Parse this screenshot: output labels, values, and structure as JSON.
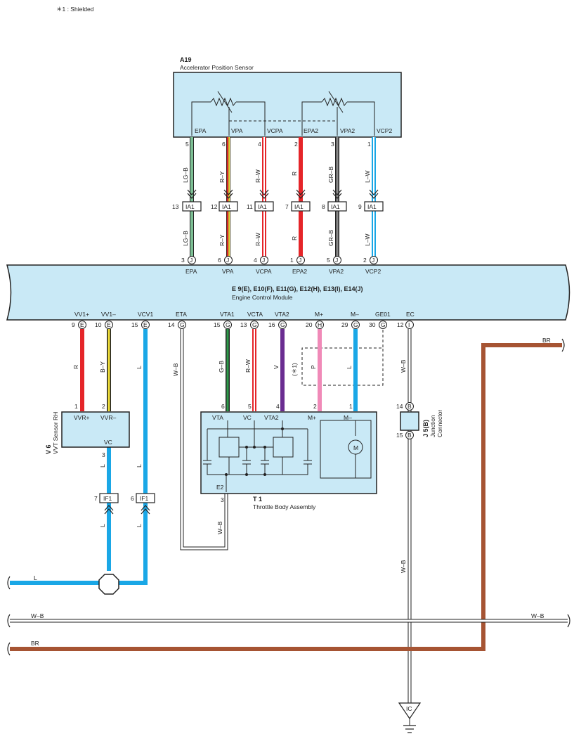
{
  "note": "＊1 : Shielded",
  "a19": {
    "code": "A19",
    "name": "Accelerator Position Sensor",
    "pins": [
      {
        "label": "EPA",
        "num": "5",
        "wire": "LG–B",
        "jnum": "13",
        "conn": "IA1",
        "ecm_num": "3",
        "ecm_conn": "J",
        "ecm_label": "EPA"
      },
      {
        "label": "VPA",
        "num": "6",
        "wire": "R–Y",
        "jnum": "12",
        "conn": "IA1",
        "ecm_num": "6",
        "ecm_conn": "J",
        "ecm_label": "VPA"
      },
      {
        "label": "VCPA",
        "num": "4",
        "wire": "R–W",
        "jnum": "11",
        "conn": "IA1",
        "ecm_num": "4",
        "ecm_conn": "J",
        "ecm_label": "VCPA"
      },
      {
        "label": "EPA2",
        "num": "2",
        "wire": "R",
        "jnum": "7",
        "conn": "IA1",
        "ecm_num": "1",
        "ecm_conn": "J",
        "ecm_label": "EPA2"
      },
      {
        "label": "VPA2",
        "num": "3",
        "wire": "GR–B",
        "jnum": "8",
        "conn": "IA1",
        "ecm_num": "5",
        "ecm_conn": "J",
        "ecm_label": "VPA2"
      },
      {
        "label": "VCP2",
        "num": "1",
        "wire": "L–W",
        "jnum": "9",
        "conn": "IA1",
        "ecm_num": "2",
        "ecm_conn": "J",
        "ecm_label": "VCP2"
      }
    ]
  },
  "ecm": {
    "connectors": "E 9(E), E10(F), E11(G), E12(H), E13(I), E14(J)",
    "name": "Engine Control Module",
    "bottom_pins": [
      {
        "label": "VV1+",
        "num": "9",
        "conn": "E"
      },
      {
        "label": "VV1–",
        "num": "10",
        "conn": "E"
      },
      {
        "label": "VCV1",
        "num": "15",
        "conn": "E"
      },
      {
        "label": "ETA",
        "num": "14",
        "conn": "G"
      },
      {
        "label": "VTA1",
        "num": "15",
        "conn": "G"
      },
      {
        "label": "VCTA",
        "num": "13",
        "conn": "G"
      },
      {
        "label": "VTA2",
        "num": "16",
        "conn": "G"
      },
      {
        "label": "M+",
        "num": "20",
        "conn": "H"
      },
      {
        "label": "M–",
        "num": "29",
        "conn": "G"
      },
      {
        "label": "GE01",
        "num": "30",
        "conn": "G"
      },
      {
        "label": "EC",
        "num": "12",
        "conn": "I"
      }
    ]
  },
  "wires": {
    "w_vv1p": "R",
    "w_vv1m": "B–Y",
    "w_vcv1": "L",
    "w_eta": "W–B",
    "w_vta1": "G–B",
    "w_vcta": "R–W",
    "w_vta2": "V",
    "w_shield": "(＊1)",
    "w_mp": "P",
    "w_mm": "L",
    "w_ec": "W–B",
    "w_br": "BR",
    "w_v6_l": "L",
    "w_if_l": "L",
    "w_v6_l2": "L",
    "w_if_l2": "L",
    "w_t1_wb": "W–B",
    "w_ec2": "W–B"
  },
  "v6": {
    "code": "V 6",
    "name": "VVT Sensor RH",
    "p1num": "1",
    "p2num": "2",
    "p3num": "3",
    "vvrp": "VVR+",
    "vvrm": "VVR–",
    "vc": "VC"
  },
  "if1": {
    "conn": "IF1",
    "n1": "7",
    "n2": "6"
  },
  "t1": {
    "code": "T 1",
    "name": "Throttle Body Assembly",
    "vta": "VTA",
    "vc": "VC",
    "vta2": "VTA2",
    "mp": "M+",
    "mm": "M–",
    "e2": "E2",
    "n6": "6",
    "n5": "5",
    "n4": "4",
    "n2": "2",
    "n1": "1",
    "n3": "3",
    "motor": "M"
  },
  "j5": {
    "code": "J 5(B)",
    "name1": "Junction",
    "name2": "Connector",
    "n14": "14",
    "n15": "15",
    "conn": "B"
  },
  "bus": {
    "left_l": "L",
    "wb_left": "W–B",
    "wb_right": "W–B",
    "br_left": "BR"
  },
  "ground": {
    "label": "IC"
  },
  "colors": {
    "body": "#c9e9f6",
    "lg_b": "#7cbf94",
    "red": "#e52529",
    "yellow": "#f4e33a",
    "grey": "#8a8a8a",
    "blue": "#1aa7e6",
    "green": "#2d9b4a",
    "violet": "#6a2d91",
    "pink": "#f08ab8",
    "brown": "#a65433"
  }
}
